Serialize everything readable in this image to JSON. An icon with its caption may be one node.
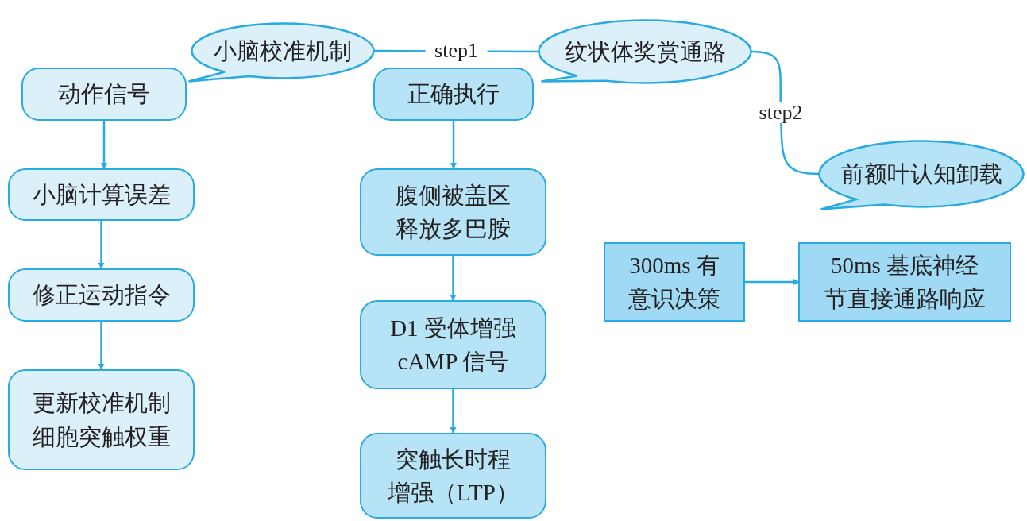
{
  "diagram": {
    "nodes": [
      {
        "text": [
          "动作信号"
        ]
      },
      {
        "text": [
          "小脑计算误差"
        ]
      },
      {
        "text": [
          "修正运动指令"
        ]
      },
      {
        "text": [
          "更新校准机制细胞突触权重"
        ]
      },
      {
        "text": [
          "小脑校准机制"
        ]
      },
      {
        "text": [
          "正确执行"
        ]
      },
      {
        "text": [
          "腹侧被盖区释放多巴胺"
        ]
      },
      {
        "text": [
          "D1 受体增强 cAMP 信号"
        ]
      },
      {
        "text": [
          "突触长时程增强（LTP）"
        ]
      },
      {
        "text": [
          "纹状体奖赏通路"
        ]
      },
      {
        "text": [
          "前额叶认知卸载"
        ]
      },
      {
        "text": [
          "300ms 有意识决策"
        ]
      },
      {
        "text": [
          "50ms 基底神经节直接通路响应"
        ]
      }
    ],
    "edges": [
      {
        "from": 0,
        "to": 1,
        "arrow": "to"
      },
      {
        "from": 1,
        "to": 2,
        "arrow": "to"
      },
      {
        "from": 2,
        "to": 3,
        "arrow": "to"
      },
      {
        "from": 5,
        "to": 6,
        "arrow": "to"
      },
      {
        "from": 6,
        "to": 7,
        "arrow": "to"
      },
      {
        "from": 7,
        "to": 8,
        "arrow": "to"
      },
      {
        "from": 4,
        "to": 9,
        "arrow": "none",
        "label": "step1"
      },
      {
        "from": 9,
        "to": 10,
        "arrow": "none",
        "label": "step2"
      },
      {
        "from": 11,
        "to": 12,
        "arrow": "to"
      }
    ]
  }
}
